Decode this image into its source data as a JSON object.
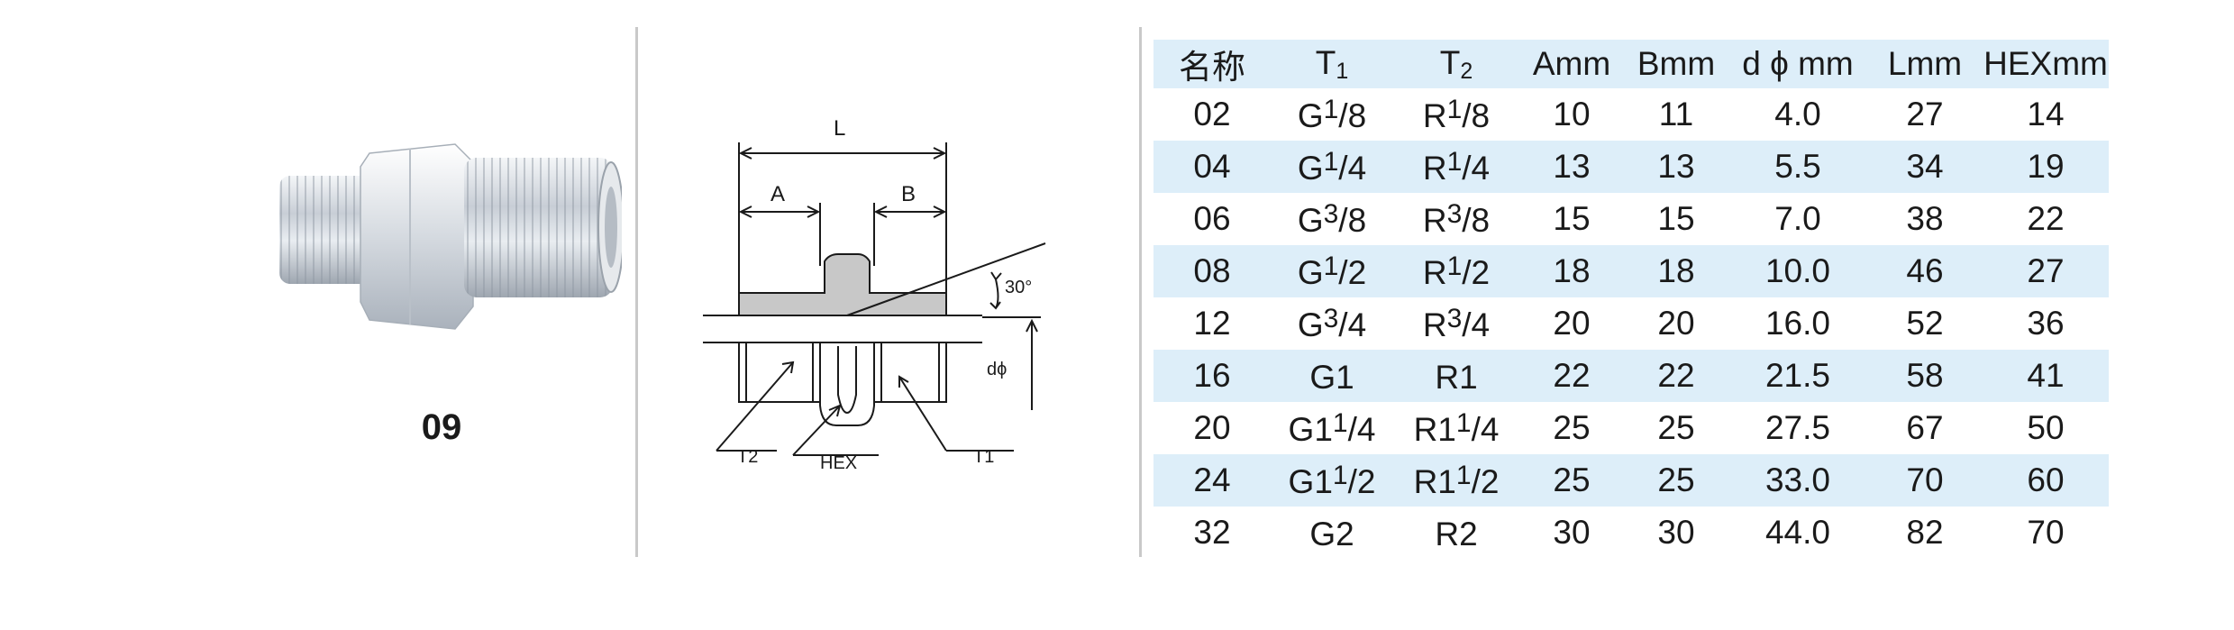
{
  "product": {
    "code": "09"
  },
  "diagram": {
    "L": "L",
    "A": "A",
    "B": "B",
    "angle": "30°",
    "d": "dϕ",
    "T2": "T2",
    "HEX": "HEX",
    "T1": "T1"
  },
  "table": {
    "headers": [
      {
        "main": "名称",
        "sub": ""
      },
      {
        "main": "T",
        "sub": "1"
      },
      {
        "main": "T",
        "sub": "2"
      },
      {
        "main": "Amm",
        "sub": ""
      },
      {
        "main": "Bmm",
        "sub": ""
      },
      {
        "main": "d ϕ mm",
        "sub": ""
      },
      {
        "main": "Lmm",
        "sub": ""
      },
      {
        "main": "HEXmm",
        "sub": ""
      }
    ],
    "rows": [
      {
        "name": "02",
        "t1": {
          "base": "G",
          "num": "1",
          "den": "/8"
        },
        "t2": {
          "base": "R",
          "num": "1",
          "den": "/8"
        },
        "a": "10",
        "b": "11",
        "d": "4.0",
        "l": "27",
        "hex": "14"
      },
      {
        "name": "04",
        "t1": {
          "base": "G",
          "num": "1",
          "den": "/4"
        },
        "t2": {
          "base": "R",
          "num": "1",
          "den": "/4"
        },
        "a": "13",
        "b": "13",
        "d": "5.5",
        "l": "34",
        "hex": "19"
      },
      {
        "name": "06",
        "t1": {
          "base": "G",
          "num": "3",
          "den": "/8"
        },
        "t2": {
          "base": "R",
          "num": "3",
          "den": "/8"
        },
        "a": "15",
        "b": "15",
        "d": "7.0",
        "l": "38",
        "hex": "22"
      },
      {
        "name": "08",
        "t1": {
          "base": "G",
          "num": "1",
          "den": "/2"
        },
        "t2": {
          "base": "R",
          "num": "1",
          "den": "/2"
        },
        "a": "18",
        "b": "18",
        "d": "10.0",
        "l": "46",
        "hex": "27"
      },
      {
        "name": "12",
        "t1": {
          "base": "G",
          "num": "3",
          "den": "/4"
        },
        "t2": {
          "base": "R",
          "num": "3",
          "den": "/4"
        },
        "a": "20",
        "b": "20",
        "d": "16.0",
        "l": "52",
        "hex": "36"
      },
      {
        "name": "16",
        "t1": {
          "base": "G1",
          "num": "",
          "den": ""
        },
        "t2": {
          "base": "R1",
          "num": "",
          "den": ""
        },
        "a": "22",
        "b": "22",
        "d": "21.5",
        "l": "58",
        "hex": "41"
      },
      {
        "name": "20",
        "t1": {
          "base": "G1",
          "num": "1",
          "den": "/4"
        },
        "t2": {
          "base": "R1",
          "num": "1",
          "den": "/4"
        },
        "a": "25",
        "b": "25",
        "d": "27.5",
        "l": "67",
        "hex": "50"
      },
      {
        "name": "24",
        "t1": {
          "base": "G1",
          "num": "1",
          "den": "/2"
        },
        "t2": {
          "base": "R1",
          "num": "1",
          "den": "/2"
        },
        "a": "25",
        "b": "25",
        "d": "33.0",
        "l": "70",
        "hex": "60"
      },
      {
        "name": "32",
        "t1": {
          "base": "G2",
          "num": "",
          "den": ""
        },
        "t2": {
          "base": "R2",
          "num": "",
          "den": ""
        },
        "a": "30",
        "b": "30",
        "d": "44.0",
        "l": "82",
        "hex": "70"
      }
    ]
  }
}
